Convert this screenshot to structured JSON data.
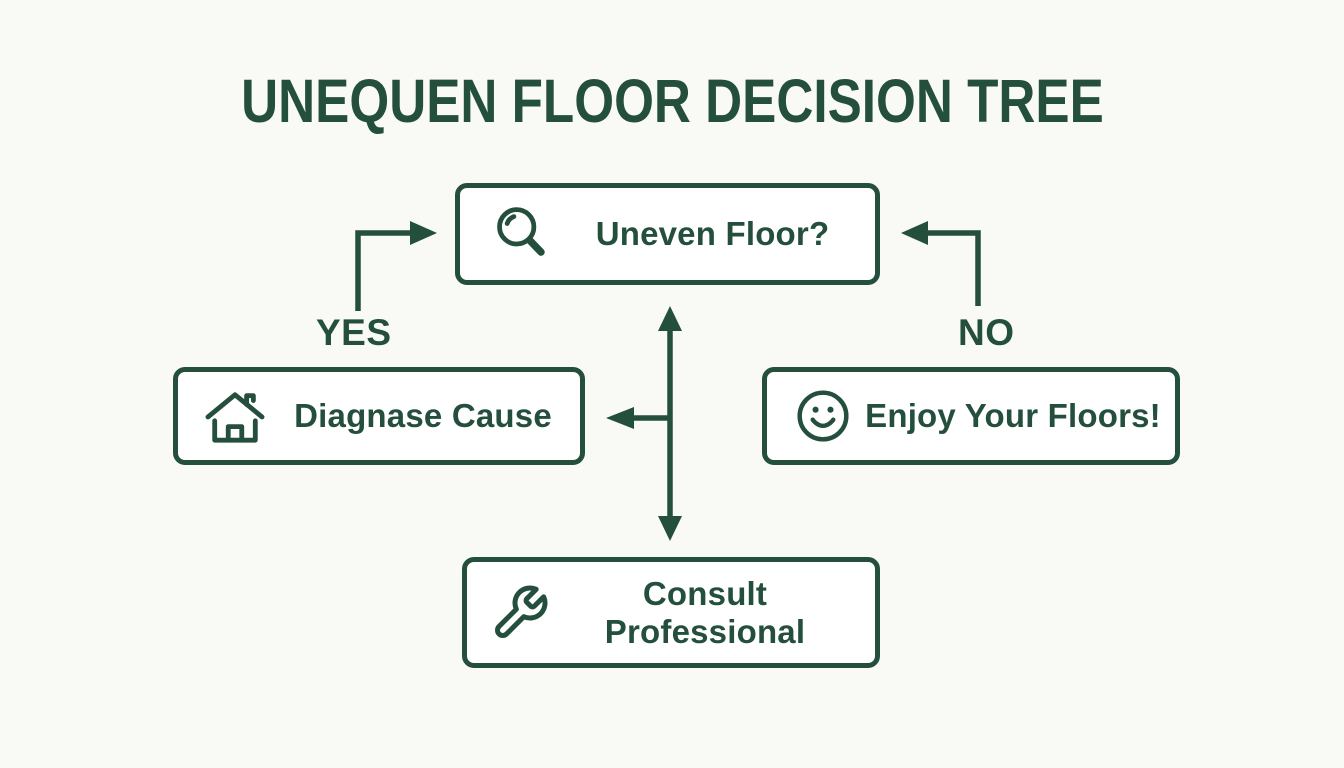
{
  "title": "UNEQUEN FLOOR DECISION TREE",
  "colors": {
    "accent_green": "#254f3d",
    "background": "#f9f9f5",
    "node_background": "#ffffff"
  },
  "nodes": {
    "root": {
      "label": "Uneven Floor?",
      "icon": "magnifier-icon"
    },
    "diagnose": {
      "label": "Diagnase Cause",
      "icon": "house-icon"
    },
    "enjoy": {
      "label": "Enjoy Your Floors!",
      "icon": "smiley-icon"
    },
    "consult": {
      "label": "Consult Professional",
      "icon": "wrench-icon"
    }
  },
  "edge_labels": {
    "yes": "YES",
    "no": "NO"
  }
}
